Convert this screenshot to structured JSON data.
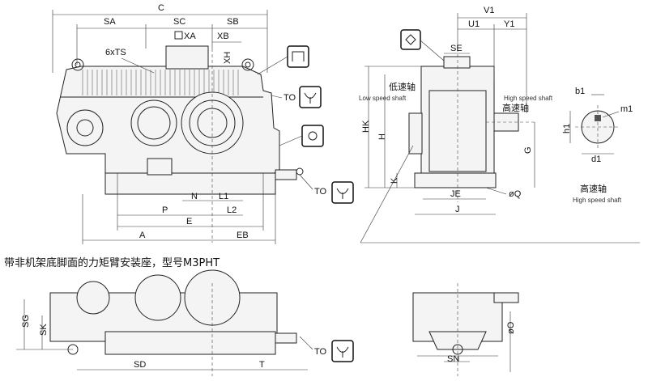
{
  "dims": {
    "C": "C",
    "SA": "SA",
    "SC": "SC",
    "SB": "SB",
    "XA": "XA",
    "XB": "XB",
    "XH": "XH",
    "TS": "6xTS",
    "TO": "TO",
    "N": "N",
    "L1": "L1",
    "P": "P",
    "L2": "L2",
    "E": "E",
    "A": "A",
    "EB": "EB",
    "V1": "V1",
    "U1": "U1",
    "Y1": "Y1",
    "SE": "SE",
    "HK": "HK",
    "H": "H",
    "K": "K",
    "G": "G",
    "JE": "JE",
    "J": "J",
    "Q": "øQ",
    "b1": "b1",
    "m1": "m1",
    "h1": "h1",
    "d1": "d1",
    "SG": "SG",
    "SK": "SK",
    "SD": "SD",
    "T": "T",
    "SN": "SN",
    "O": "øO"
  },
  "labels": {
    "low_speed_cn": "低速轴",
    "low_speed_en": "Low speed shaft",
    "high_speed_cn": "高速轴",
    "high_speed_en": "High speed shaft",
    "high_speed_cn2": "高速轴",
    "high_speed_en2": "High speed shaft",
    "caption": "带非机架底脚面的力矩臂安装座，型号M3PHT"
  }
}
